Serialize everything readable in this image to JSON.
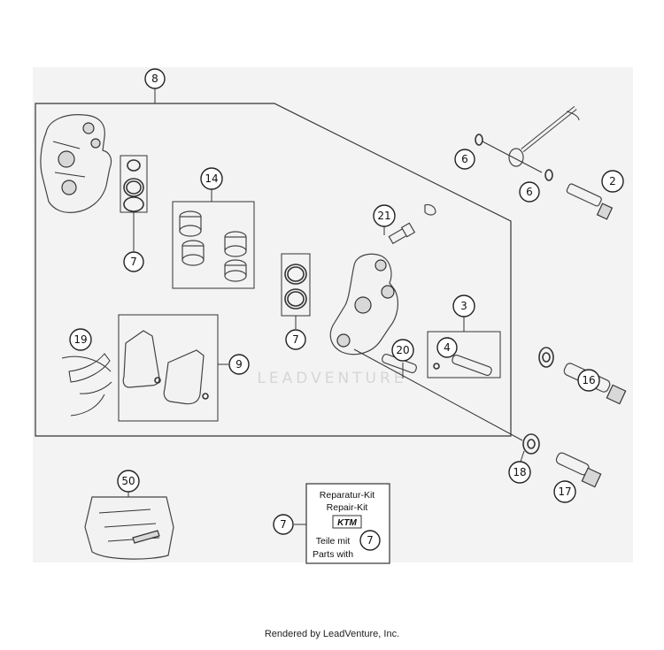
{
  "diagram": {
    "callouts": [
      {
        "id": "c8",
        "label": "8"
      },
      {
        "id": "c7a",
        "label": "7"
      },
      {
        "id": "c14",
        "label": "14"
      },
      {
        "id": "c21",
        "label": "21"
      },
      {
        "id": "c6a",
        "label": "6"
      },
      {
        "id": "c6b",
        "label": "6"
      },
      {
        "id": "c2",
        "label": "2"
      },
      {
        "id": "c3",
        "label": "3"
      },
      {
        "id": "c7b",
        "label": "7"
      },
      {
        "id": "c4",
        "label": "4"
      },
      {
        "id": "c20",
        "label": "20"
      },
      {
        "id": "c19",
        "label": "19"
      },
      {
        "id": "c9",
        "label": "9"
      },
      {
        "id": "c16",
        "label": "16"
      },
      {
        "id": "c18",
        "label": "18"
      },
      {
        "id": "c17",
        "label": "17"
      },
      {
        "id": "c50",
        "label": "50"
      },
      {
        "id": "c7c",
        "label": "7"
      },
      {
        "id": "c7d",
        "label": "7"
      }
    ],
    "repair_kit": {
      "line1": "Reparatur-Kit",
      "line2": "Repair-Kit",
      "line3": "Teile mit",
      "line4": "Parts with",
      "logo": "KTM"
    },
    "watermark": "LEADVENTURE"
  },
  "footer": {
    "text": "Rendered by LeadVenture, Inc."
  },
  "colors": {
    "panel": "#f3f3f3",
    "line": "#333333"
  }
}
